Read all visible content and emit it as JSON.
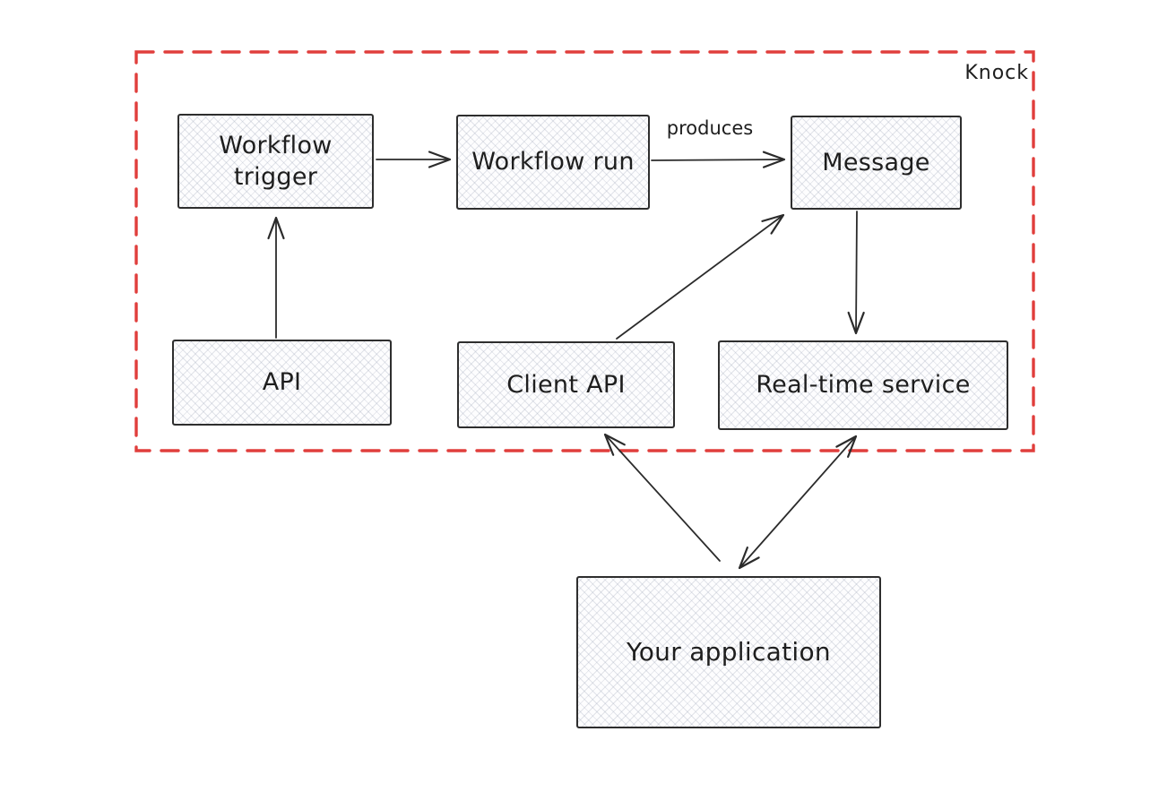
{
  "diagram": {
    "boundary_label": "Knock",
    "nodes": [
      {
        "id": "workflow-trigger",
        "label": "Workflow trigger"
      },
      {
        "id": "workflow-run",
        "label": "Workflow run"
      },
      {
        "id": "message",
        "label": "Message"
      },
      {
        "id": "api",
        "label": "API"
      },
      {
        "id": "client-api",
        "label": "Client API"
      },
      {
        "id": "real-time-service",
        "label": "Real-time service"
      },
      {
        "id": "your-application",
        "label": "Your application"
      }
    ],
    "edges": [
      {
        "from": "workflow-trigger",
        "to": "workflow-run",
        "label": "",
        "bidirectional": false
      },
      {
        "from": "workflow-run",
        "to": "message",
        "label": "produces",
        "bidirectional": false
      },
      {
        "from": "api",
        "to": "workflow-trigger",
        "label": "",
        "bidirectional": false
      },
      {
        "from": "client-api",
        "to": "message",
        "label": "",
        "bidirectional": false
      },
      {
        "from": "message",
        "to": "real-time-service",
        "label": "",
        "bidirectional": false
      },
      {
        "from": "your-application",
        "to": "client-api",
        "label": "",
        "bidirectional": false
      },
      {
        "from": "your-application",
        "to": "real-time-service",
        "label": "",
        "bidirectional": true
      }
    ],
    "colors": {
      "boundary": "#e03e3c",
      "stroke": "#2b2b2b",
      "text": "#1e1e1e",
      "node_fill": "#fdfdfe"
    }
  }
}
